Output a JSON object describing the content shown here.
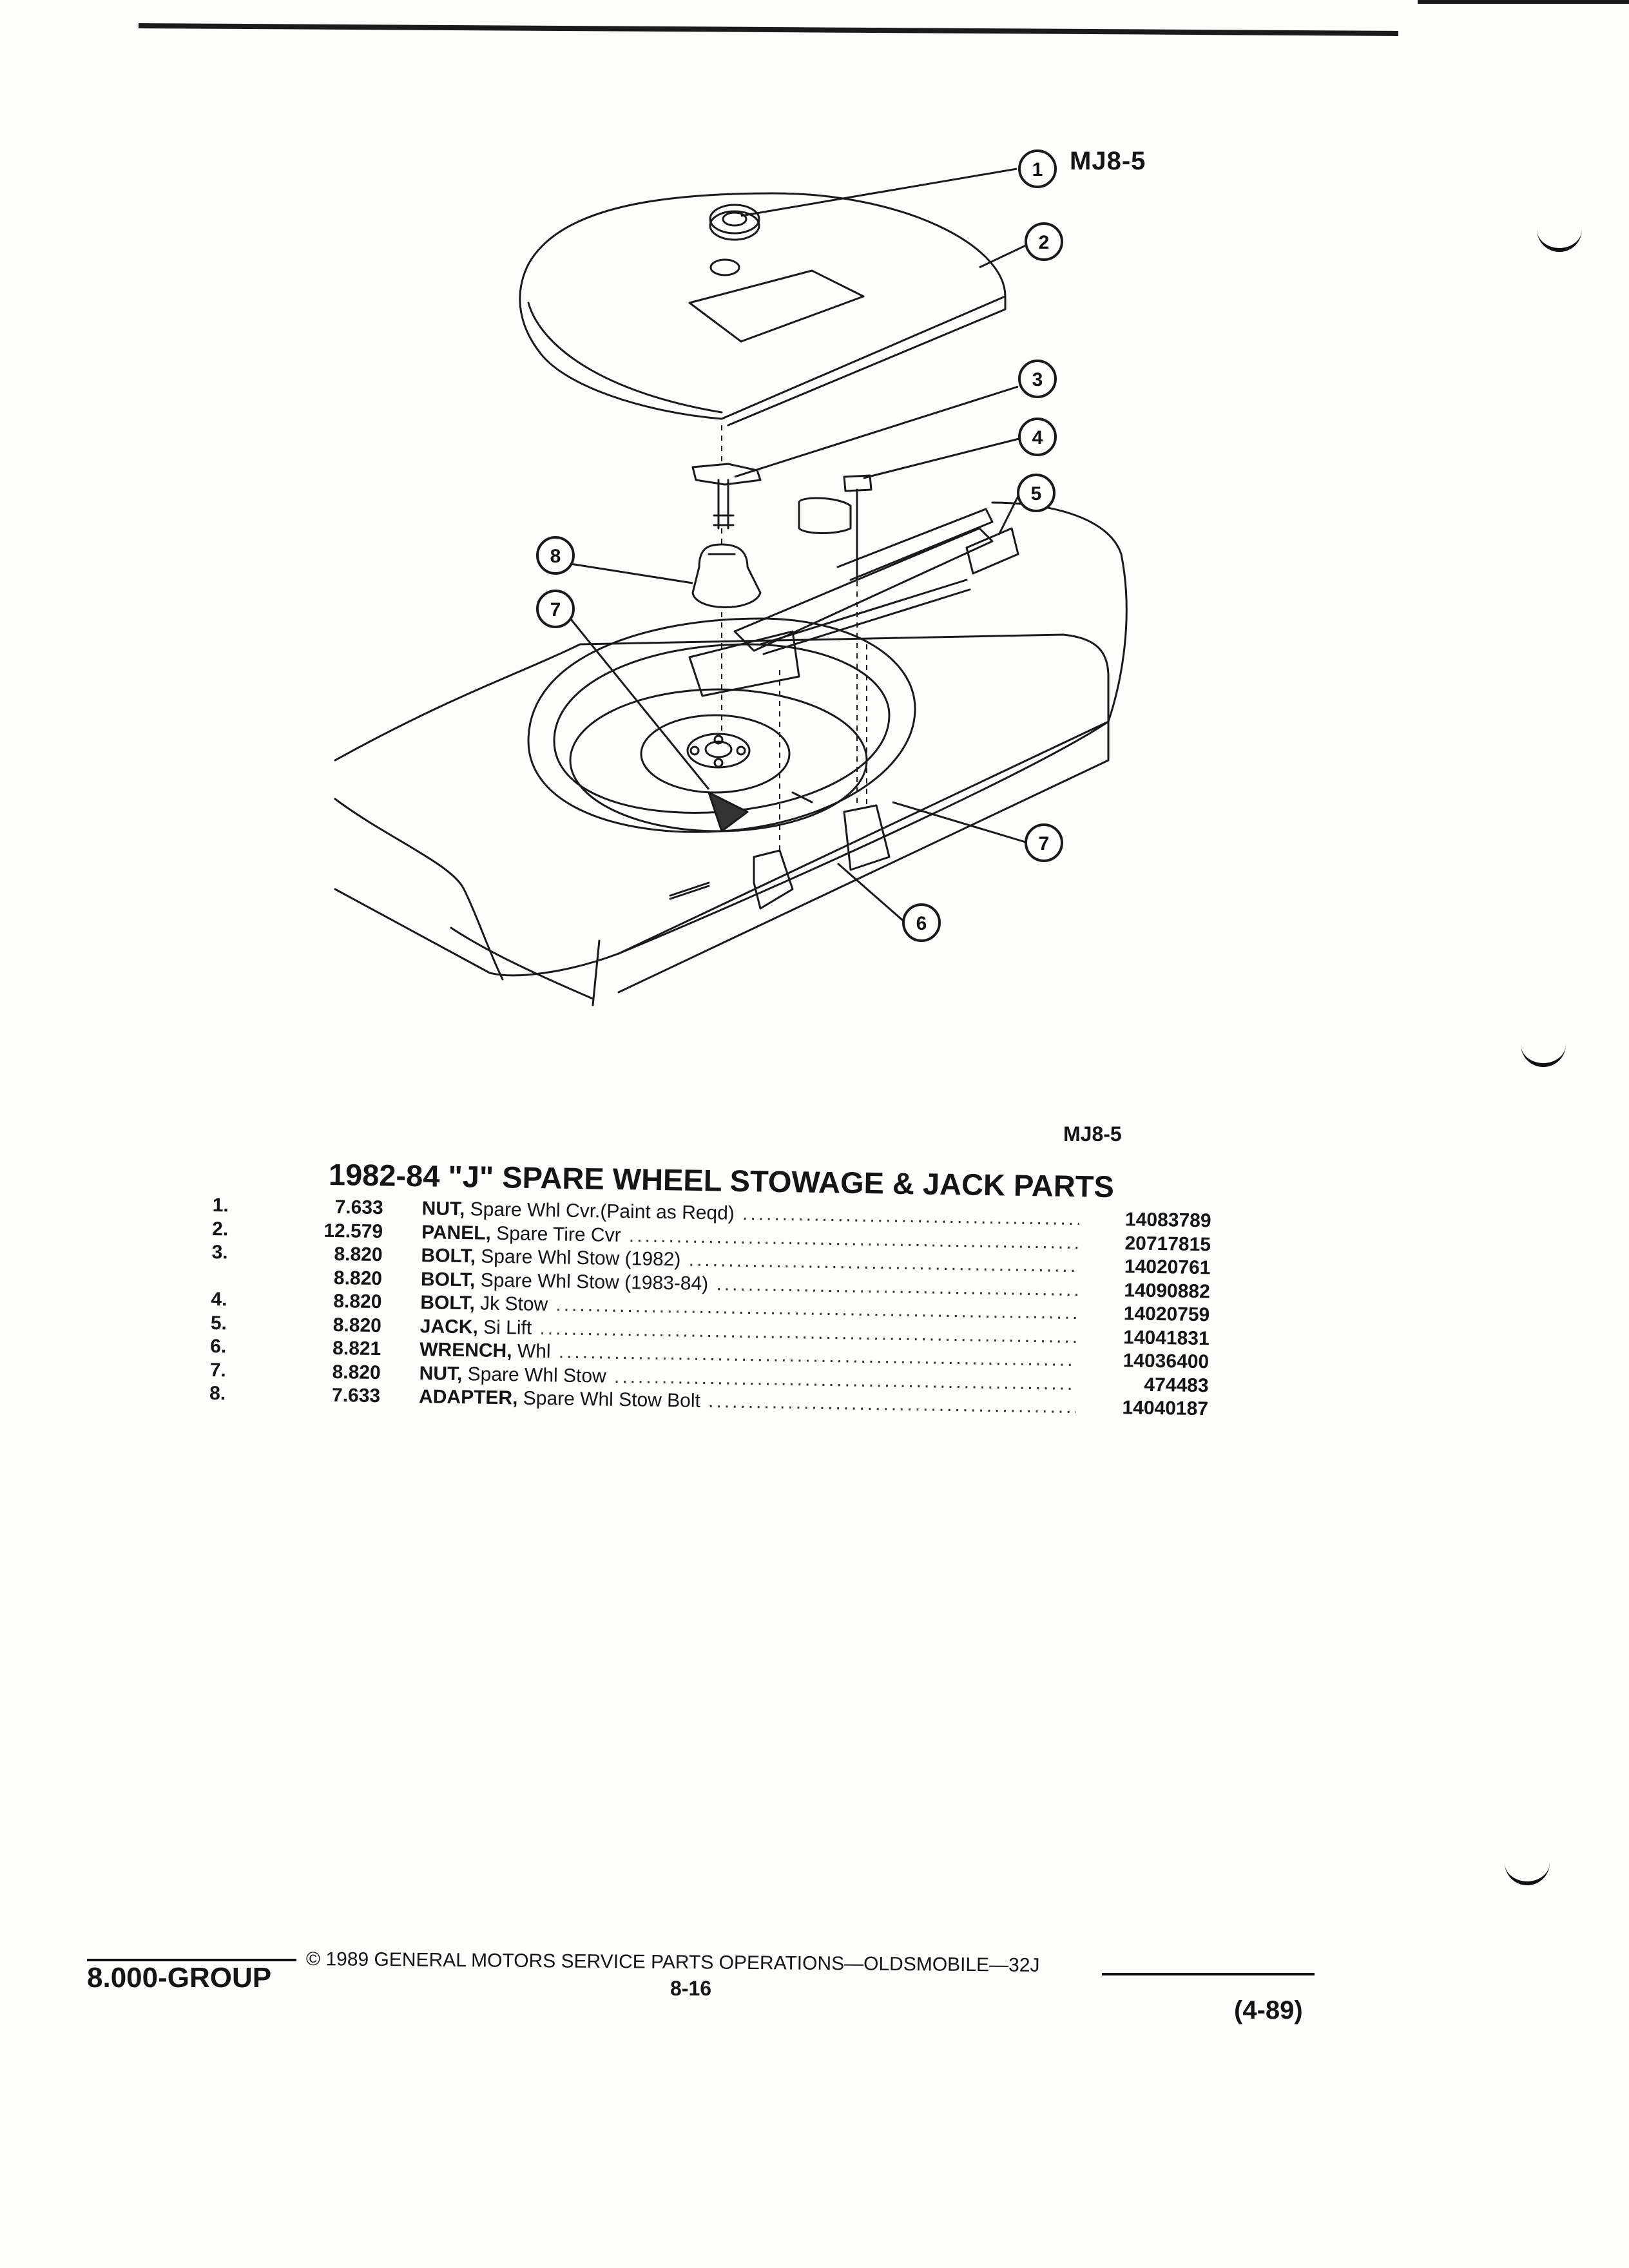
{
  "diagram": {
    "figure_code": "MJ8-5",
    "callouts": [
      "1",
      "2",
      "3",
      "4",
      "5",
      "6",
      "7",
      "7",
      "8"
    ]
  },
  "figure_label": "MJ8-5",
  "title": "1982-84 \"J\" SPARE WHEEL STOWAGE & JACK PARTS",
  "parts": [
    {
      "num": "1.",
      "group": "7.633",
      "name": "NUT,",
      "rest": " Spare Whl Cvr.(Paint as Reqd)",
      "part_no": "14083789"
    },
    {
      "num": "2.",
      "group": "12.579",
      "name": "PANEL,",
      "rest": " Spare Tire Cvr",
      "part_no": "20717815"
    },
    {
      "num": "3.",
      "group": "8.820",
      "name": "BOLT,",
      "rest": " Spare Whl Stow (1982)",
      "part_no": "14020761"
    },
    {
      "num": "",
      "group": "8.820",
      "name": "BOLT,",
      "rest": " Spare Whl Stow (1983-84)",
      "part_no": "14090882"
    },
    {
      "num": "4.",
      "group": "8.820",
      "name": "BOLT,",
      "rest": " Jk Stow",
      "part_no": "14020759"
    },
    {
      "num": "5.",
      "group": "8.820",
      "name": "JACK,",
      "rest": " Si Lift",
      "part_no": "14041831"
    },
    {
      "num": "6.",
      "group": "8.821",
      "name": "WRENCH,",
      "rest": " Whl",
      "part_no": "14036400"
    },
    {
      "num": "7.",
      "group": "8.820",
      "name": "NUT,",
      "rest": " Spare Whl Stow",
      "part_no": "474483"
    },
    {
      "num": "8.",
      "group": "7.633",
      "name": "ADAPTER,",
      "rest": " Spare Whl Stow Bolt",
      "part_no": "14040187"
    }
  ],
  "footer": {
    "group": "8.000-GROUP",
    "copyright": "© 1989 GENERAL MOTORS SERVICE PARTS OPERATIONS—OLDSMOBILE—32J",
    "page": "8-16",
    "date": "(4-89)"
  }
}
